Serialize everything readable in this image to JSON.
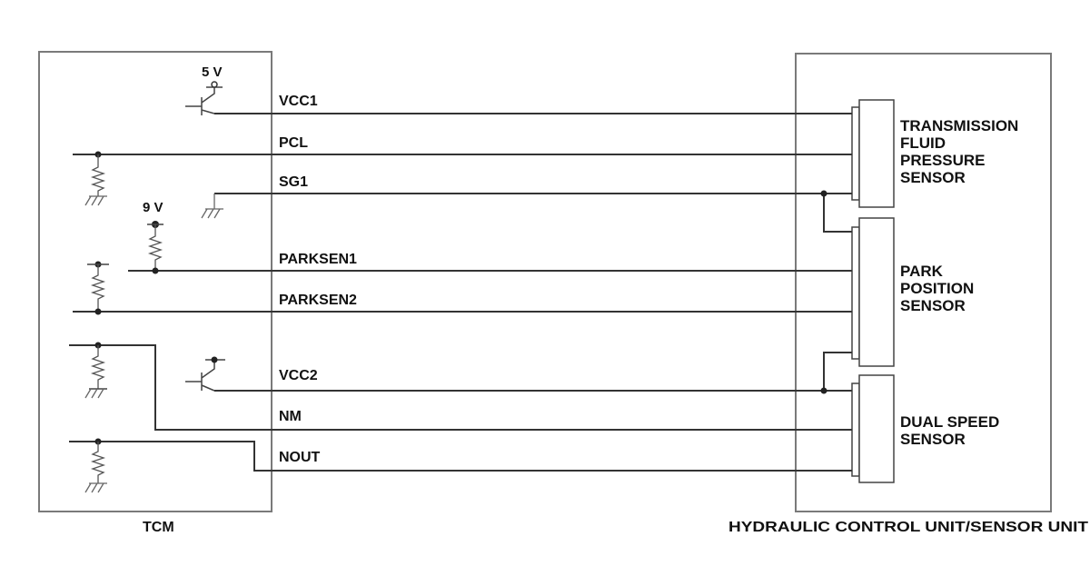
{
  "units": {
    "left": "TCM",
    "right": "HYDRAULIC CONTROL UNIT/SENSOR UNIT"
  },
  "voltages": {
    "v5": "5 V",
    "v9": "9 V"
  },
  "signals": [
    "VCC1",
    "PCL",
    "SG1",
    "PARKSEN1",
    "PARKSEN2",
    "VCC2",
    "NM",
    "NOUT"
  ],
  "sensors": {
    "fluid_pressure": [
      "TRANSMISSION",
      "FLUID",
      "PRESSURE",
      "SENSOR"
    ],
    "park_position": [
      "PARK",
      "POSITION",
      "SENSOR"
    ],
    "dual_speed": [
      "DUAL SPEED",
      "SENSOR"
    ]
  }
}
